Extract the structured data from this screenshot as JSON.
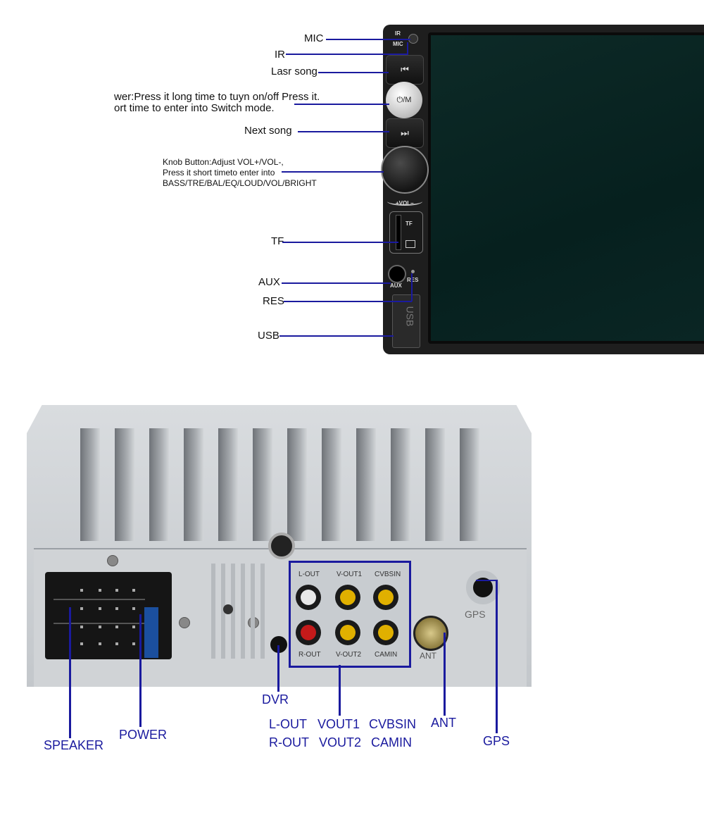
{
  "front_labels": {
    "mic": "MIC",
    "ir": "IR",
    "last_song": "Lasr song",
    "power_line1": "wer:Press it long time to tuyn on/off Press it.",
    "power_line2": "ort time to enter into Switch mode.",
    "next_song": "Next song",
    "knob_line1": "Knob Button:Adjust VOL+/VOL-,",
    "knob_line2": "Press it short timeto enter into",
    "knob_line3": "BASS/TRE/BAL/EQ/LOUD/VOL/BRIGHT",
    "tf": "TF",
    "aux": "AUX",
    "res": "RES",
    "usb": "USB"
  },
  "device_print": {
    "ir": "IR",
    "mic": "MIC",
    "power": "⏻/M",
    "vol": "+VOL–",
    "tf": "TF",
    "aux": "AUX",
    "res": "RES",
    "usb": "USB"
  },
  "back_print": {
    "l_out": "L-OUT",
    "v_out1": "V-OUT1",
    "cvbsin": "CVBSIN",
    "r_out": "R-OUT",
    "v_out2": "V-OUT2",
    "camin": "CAMIN",
    "ant": "ANT",
    "gps": "GPS"
  },
  "back_labels": {
    "dvr": "DVR",
    "speaker": "SPEAKER",
    "power": "POWER",
    "l_out": "L-OUT",
    "r_out": "R-OUT",
    "vout1": "VOUT1",
    "vout2": "VOUT2",
    "cvbsin": "CVBSIN",
    "camin": "CAMIN",
    "ant": "ANT",
    "gps": "GPS"
  },
  "colors": {
    "callout": "#1a1a9e",
    "rca_red": "#c41a1a",
    "rca_white": "#e8e8e8",
    "rca_yellow": "#e0b000"
  }
}
